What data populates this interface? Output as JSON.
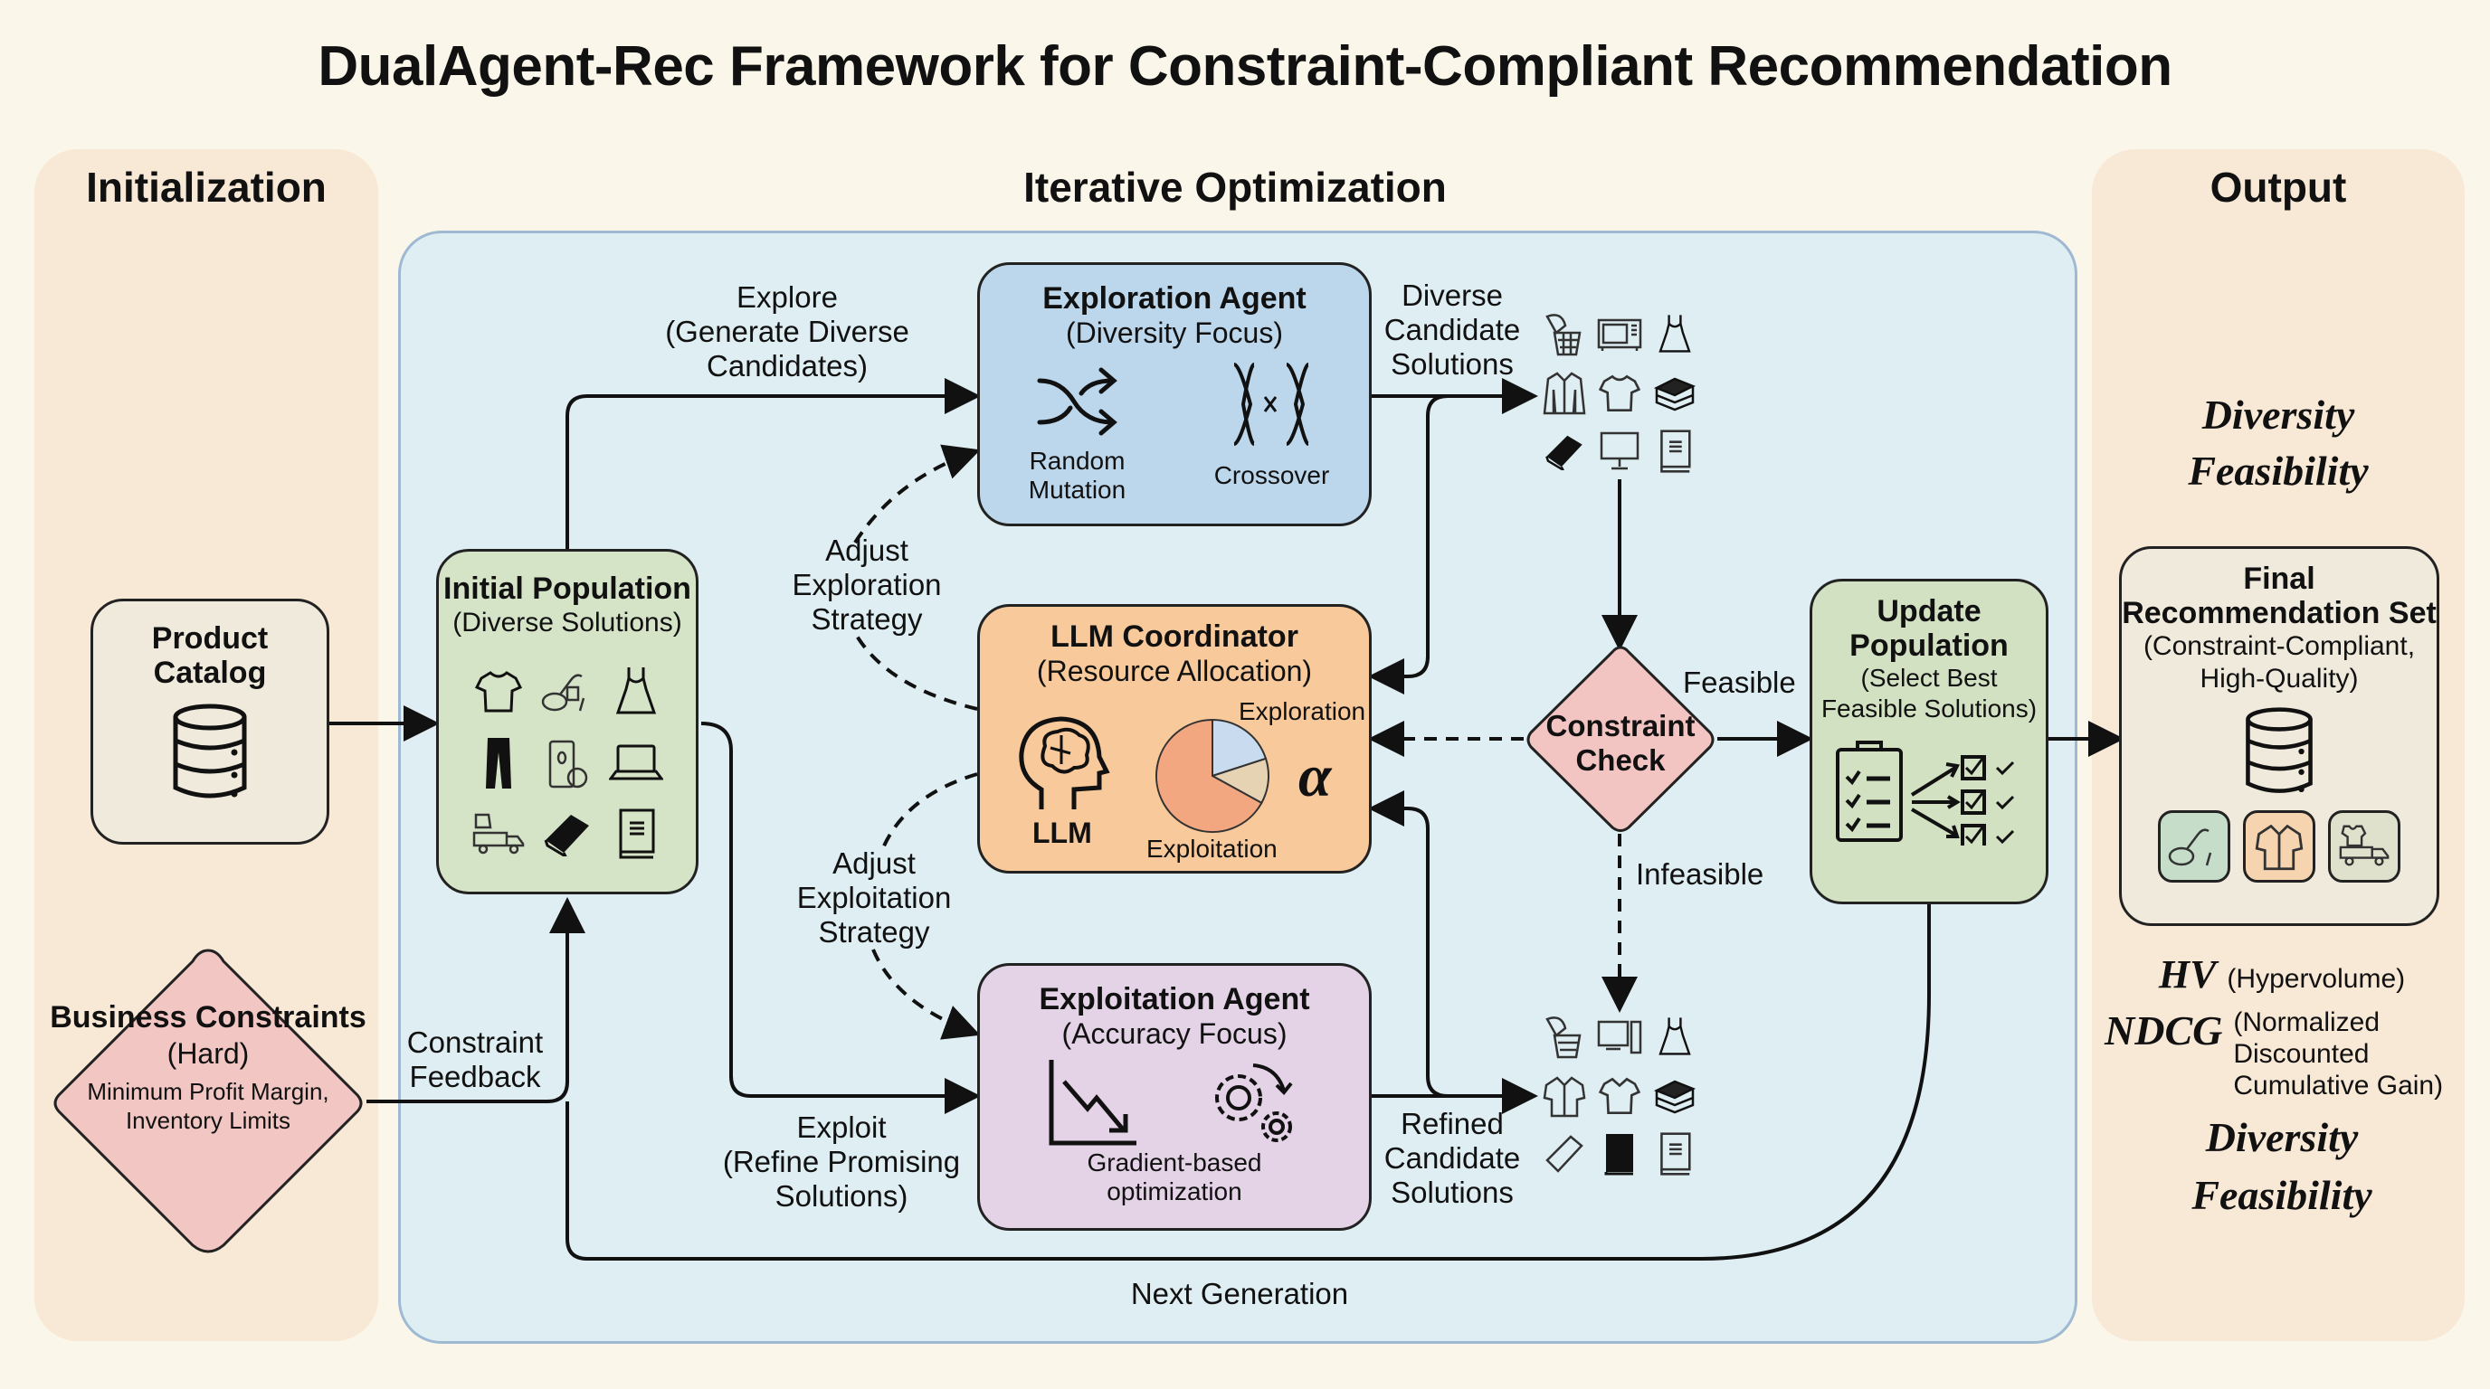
{
  "title": "DualAgent-Rec Framework for Constraint-Compliant Recommendation",
  "lanes": {
    "initialization": "Initialization",
    "iterative": "Iterative Optimization",
    "output": "Output"
  },
  "product_catalog": {
    "title": "Product Catalog",
    "icon": "database-icon"
  },
  "business_constraints": {
    "title": "Business Constraints",
    "subtitle": "(Hard)",
    "detail_1": "Minimum Profit Margin,",
    "detail_2": "Inventory Limits"
  },
  "initial_population": {
    "title": "Initial Population",
    "subtitle": "(Diverse Solutions)",
    "icons": [
      "tshirt-icon",
      "appliance-icon",
      "dress-icon",
      "pants-icon",
      "blender-icon",
      "laptop-icon",
      "delivery-truck-icon",
      "book-dark-icon",
      "book-icon"
    ]
  },
  "exploration_agent": {
    "title": "Exploration Agent",
    "subtitle": "(Diversity Focus)",
    "methods": [
      {
        "icon": "shuffle-icon",
        "label_1": "Random",
        "label_2": "Mutation"
      },
      {
        "icon": "chromosome-icon",
        "label_1": "Crossover",
        "label_2": ""
      }
    ]
  },
  "llm_coordinator": {
    "title": "LLM Coordinator",
    "subtitle": "(Resource Allocation)",
    "llm_label": "LLM",
    "pie_labels": {
      "exploration": "Exploration",
      "exploitation": "Exploitation"
    },
    "pie_shares": {
      "exploration": 0.2,
      "balance": 0.13,
      "exploitation": 0.67
    },
    "pie_colors": {
      "exploration": "#c9dcef",
      "balance": "#e6d3b3",
      "exploitation": "#f2a781"
    },
    "alpha_symbol": "α"
  },
  "exploitation_agent": {
    "title": "Exploitation Agent",
    "subtitle": "(Accuracy Focus)",
    "method_1": "Gradient-based",
    "method_2": "optimization"
  },
  "constraint_check": {
    "title_1": "Constraint",
    "title_2": "Check"
  },
  "update_population": {
    "title_1": "Update",
    "title_2": "Population",
    "subtitle_1": "(Select Best",
    "subtitle_2": "Feasible Solutions)"
  },
  "final_set": {
    "title_1": "Final",
    "title_2": "Recommendation Set",
    "subtitle_1": "(Constraint-Compliant,",
    "subtitle_2": "High-Quality)",
    "tiles": [
      {
        "icon": "appliance-icon",
        "color": "#c6dec9"
      },
      {
        "icon": "shirt-icon",
        "color": "#f6d4b0"
      },
      {
        "icon": "delivery-truck-icon",
        "color": "#dfe1cc"
      }
    ]
  },
  "candidates_diverse": {
    "label_1": "Diverse",
    "label_2": "Candidate",
    "label_3": "Solutions",
    "icons": [
      "basket-icon",
      "microwave-icon",
      "dress-icon",
      "jacket-icon",
      "tshirt-icon",
      "books-stack-icon",
      "book-dark-icon",
      "monitor-icon",
      "book-icon"
    ]
  },
  "candidates_refined": {
    "label_1": "Refined",
    "label_2": "Candidate",
    "label_3": "Solutions",
    "icons": [
      "basket-icon",
      "desktop-icon",
      "dress-icon",
      "shirt-icon",
      "polo-icon",
      "books-stack-icon",
      "bag-icon",
      "book-dark-icon",
      "book-icon"
    ]
  },
  "edges": {
    "explore_1": "Explore",
    "explore_2": "(Generate Diverse",
    "explore_3": "Candidates)",
    "exploit_1": "Exploit",
    "exploit_2": "(Refine Promising",
    "exploit_3": "Solutions)",
    "adjust_explore_1": "Adjust",
    "adjust_explore_2": "Exploration",
    "adjust_explore_3": "Strategy",
    "adjust_exploit_1": "Adjust",
    "adjust_exploit_2": "Exploitation",
    "adjust_exploit_3": "Strategy",
    "constraint_feedback_1": "Constraint",
    "constraint_feedback_2": "Feedback",
    "feasible": "Feasible",
    "infeasible": "Infeasible",
    "next_generation": "Next Generation"
  },
  "metrics": {
    "top_1": "Diversity",
    "top_2": "Feasibility",
    "hv": "HV",
    "hv_desc": "(Hypervolume)",
    "ndcg": "NDCG",
    "ndcg_desc_1": "(Normalized",
    "ndcg_desc_2": "Discounted",
    "ndcg_desc_3": "Cumulative Gain)",
    "bottom_1": "Diversity",
    "bottom_2": "Feasibility"
  },
  "colors": {
    "background": "#fbf6ea",
    "lane": "#f8e8d6",
    "iterative_panel": "#dfeef3",
    "catalog_box": "#efeadb",
    "initial_population_box": "#d5e3c7",
    "exploration_box": "#bcd7ec",
    "coordinator_box": "#f8c99a",
    "exploitation_box": "#e4d2e6",
    "constraint_box": "#f2c4c2",
    "update_box": "#d3e1c3",
    "final_box": "#efeadb"
  }
}
